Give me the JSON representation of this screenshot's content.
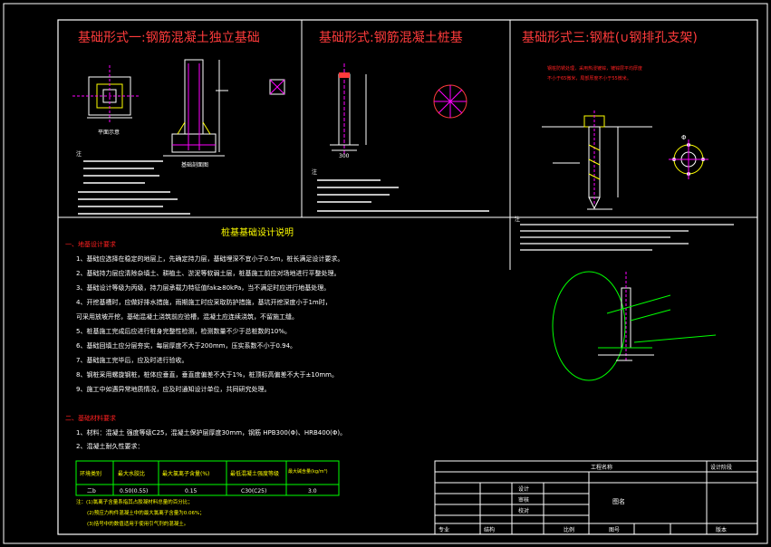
{
  "colors": {
    "frame": "#ffffff",
    "title_red": "#ff3b3b",
    "section_red": "#ff2020",
    "magenta": "#ff00ff",
    "yellow": "#ffff00",
    "green": "#00ff00",
    "cyan": "#00ffff",
    "white": "#ffffff"
  },
  "panels": {
    "panel1_title": "基础形式一:钢筋混凝土独立基础",
    "panel2_title": "基础形式:钢筋混凝土桩基",
    "panel3_title": "基础形式三:钢桩(∪钢排孔支架)"
  },
  "panel1": {
    "plan_caption": "平面示意",
    "section_caption": "基础剖面图",
    "note_label": "注"
  },
  "panel2": {
    "dim_bottom": "300",
    "note_label": "注"
  },
  "panel3": {
    "red_note_1": "钢桩防锈处理，采用热浸镀锌，镀锌层平均厚度",
    "red_note_2": "不小于65微米，局部厚度不小于55微米。",
    "phi_label": "Φ",
    "note_label": "注"
  },
  "design": {
    "title": "桩基基础设计说明",
    "sec1_title": "一、地基设计要求",
    "items": [
      "1、基础应选择在稳定的地层上，先确定持力层，基础埋深不宜小于0.5m，桩长满足设计要求。",
      "2、基础持力层应清除杂填土、耕植土、淤泥等软弱土层，桩基施工前应对场地进行平整处理。",
      "3、基础设计等级为丙级，持力层承载力特征值fak≥80kPa，当不满足时应进行地基处理。",
      "4、开挖基槽时，应做好排水措施，雨期施工时应采取防护措施，基坑开挖深度小于1m时，",
      "   可采用放坡开挖，基础混凝土浇筑前应验槽，混凝土应连续浇筑，不留施工缝。",
      "5、桩基施工完成后应进行桩身完整性检测，检测数量不少于总桩数的10%。",
      "6、基础回填土应分层夯实，每层厚度不大于200mm，压实系数不小于0.94。",
      "7、基础施工完毕后，应及时进行验收。",
      "8、钢桩采用螺旋钢桩，桩体应垂直，垂直度偏差不大于1%，桩顶标高偏差不大于±10mm。",
      "9、施工中如遇异常地质情况，应及时通知设计单位，共同研究处理。"
    ],
    "sec2_title": "二、基础材料要求",
    "mat_line1": "1、材料：混凝土 强度等级C25，混凝土保护层厚度30mm，钢筋 HPB300(Φ)、HRB400(Φ)。",
    "mat_line2": "2、混凝土耐久性要求：",
    "table": {
      "headers": [
        "环境类别",
        "最大水胶比",
        "最大氯离子含量(%)",
        "最低混凝土强度等级",
        "最大碱含量(kg/m³)"
      ],
      "row": [
        "二b",
        "0.50(0.55)",
        "0.15",
        "C30(C25)",
        "3.0"
      ]
    },
    "foot_notes": [
      "注：(1)氯离子含量系指其占胶凝材料总量的百分比；",
      "(2)预应力构件混凝土中的最大氯离子含量为0.06%；",
      "(3)括号中的数值适用于使用引气剂的混凝土。"
    ]
  },
  "title_block": {
    "r1a": "工程名称",
    "r1b": "设计阶段",
    "r2": "设计",
    "r3": "审核",
    "r4": "校对",
    "drawing_name": "图名",
    "bottom": [
      "专业",
      "结构",
      "比例",
      "图号",
      "版本"
    ]
  }
}
